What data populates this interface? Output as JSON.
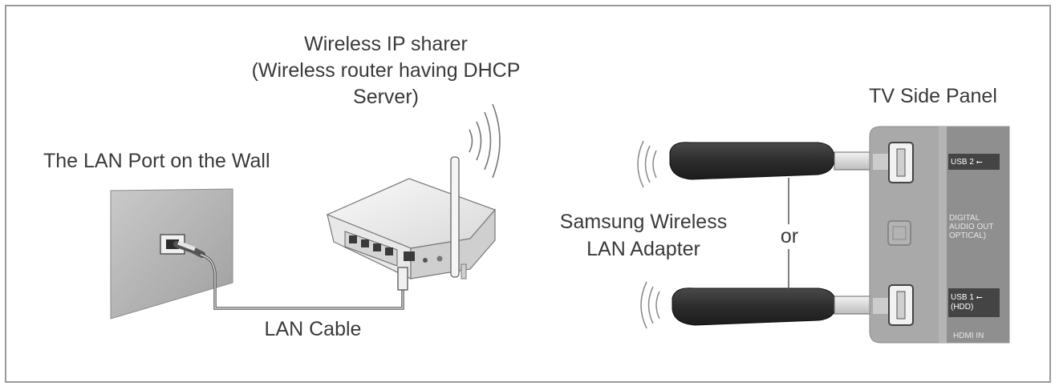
{
  "labels": {
    "router_line1": "Wireless IP sharer",
    "router_line2": "(Wireless router having DHCP",
    "router_line3": "Server)",
    "wall_port": "The LAN Port on the Wall",
    "lan_cable": "LAN Cable",
    "adapter_line1": "Samsung Wireless",
    "adapter_line2": "LAN Adapter",
    "or": "or",
    "tv_panel": "TV Side Panel"
  },
  "tv_ports": {
    "usb2": "USB 2 ⭠",
    "digital_line1": "DIGITAL",
    "digital_line2": "AUDIO OUT",
    "digital_line3": "OPTICAL)",
    "usb1_line1": "USB 1 ⭠",
    "usb1_line2": "(HDD)",
    "hdmi": "HDMI IN"
  },
  "icons": [
    "wall-panel",
    "lan-port",
    "lan-cable",
    "router",
    "antenna",
    "wireless-waves",
    "usb-adapter",
    "tv-side-panel",
    "usb-port",
    "optical-port"
  ],
  "colors": {
    "frame": "#9a9a9a",
    "text": "#3a3a3a",
    "tv_panel": "#a8a8a8",
    "adapter": "#2f2f2f"
  }
}
